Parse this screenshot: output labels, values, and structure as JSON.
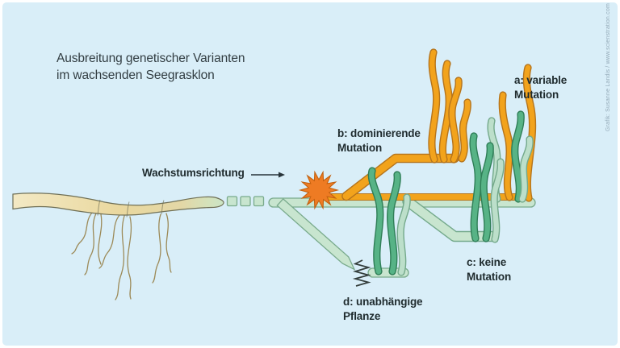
{
  "title": {
    "line1": "Ausbreitung genetischer Varianten",
    "line2": "im wachsenden Seegrasklon"
  },
  "growth_direction_label": "Wachstumsrichtung",
  "annotations": {
    "a": {
      "line1": "a: variable",
      "line2": "Mutation"
    },
    "b": {
      "line1": "b: dominierende",
      "line2": "Mutation"
    },
    "c": {
      "line1": "c: keine",
      "line2": "Mutation"
    },
    "d": {
      "line1": "d: unabhängige",
      "line2": "Pflanze"
    }
  },
  "credit": "Grafik: Susanne Landis / www.scienstration.com",
  "colors": {
    "frame": "#ffffff",
    "background": "#d9eef8",
    "title_text": "#323d42",
    "text": "#1f2b2e",
    "credit_text": "#94aab8",
    "orange": "#f2a31c",
    "orange_deep": "#ee7b23",
    "orange_stroke": "#b5741c",
    "green_dark": "#57b386",
    "green_dark_stroke": "#2f7e57",
    "green_pale": "#bcdfca",
    "green_pale_stroke": "#74a98b",
    "rhizome_green": "#c8e5cf",
    "rhizome_green_stroke": "#79aa8c",
    "rhizome_beige": "#ead89f",
    "rhizome_beige_stroke": "#6f6f55",
    "root": "#9c8a58"
  }
}
